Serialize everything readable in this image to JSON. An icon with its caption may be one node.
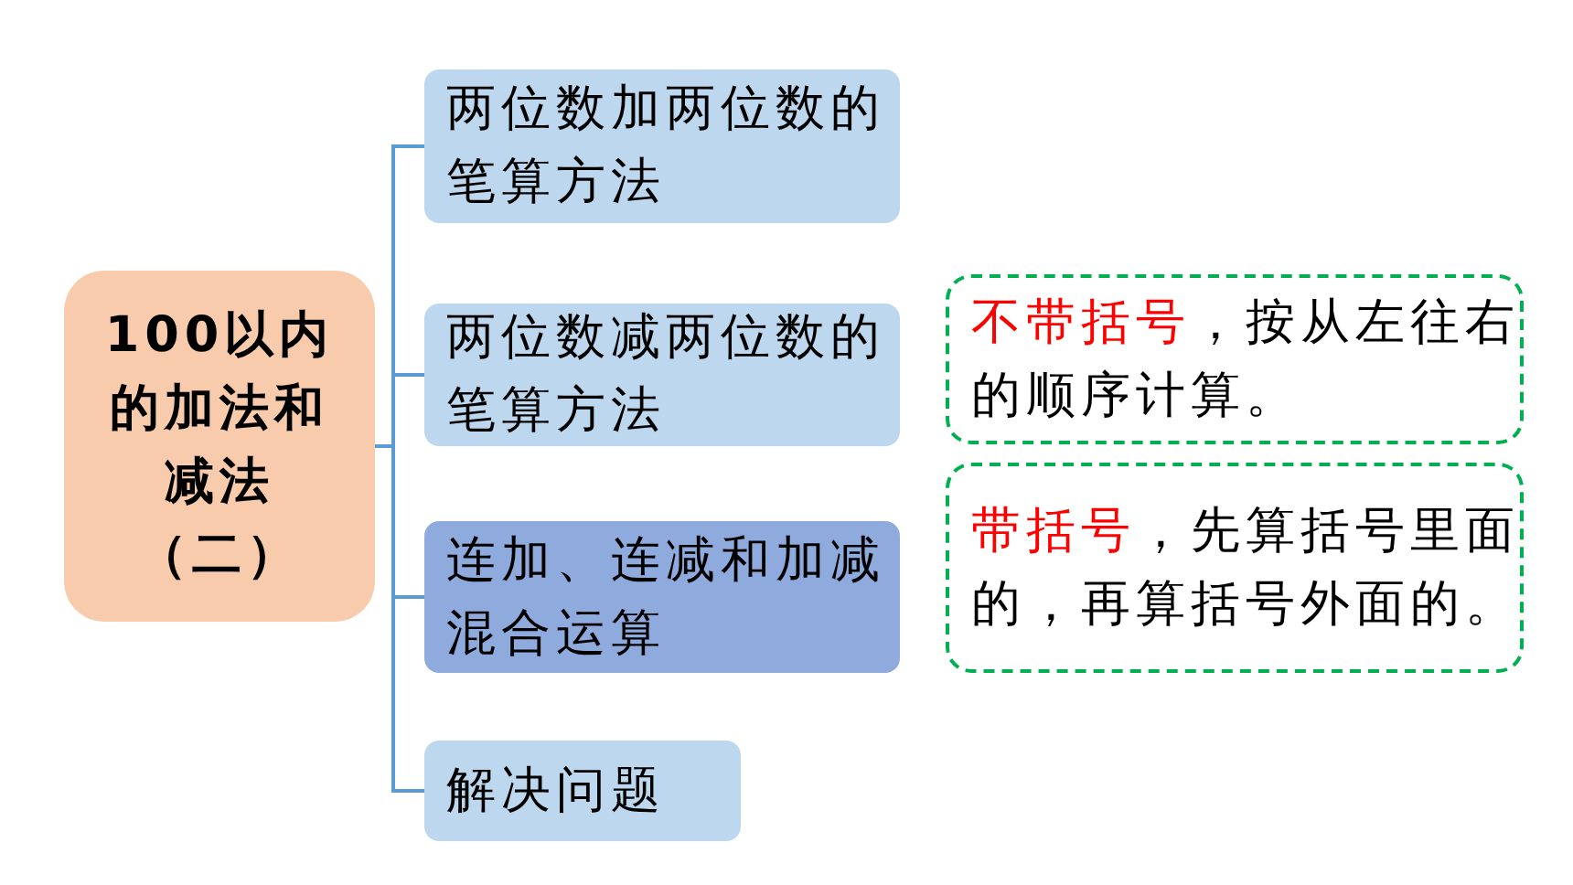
{
  "diagram": {
    "nodes": [
      {
        "text": [
          "100以内的加法和减法（二）"
        ]
      },
      {
        "text": [
          "两位数加两位数的笔算方法"
        ]
      },
      {
        "text": [
          "两位数减两位数的笔算方法"
        ]
      },
      {
        "text": [
          "连加、连减和加减混合运算"
        ]
      },
      {
        "text": [
          "解决问题"
        ]
      },
      {
        "text": [
          "**不带括号**，按从左往右的顺序计算。"
        ]
      },
      {
        "text": [
          "**带括号**，先算括号里面的，再算括号外面的。"
        ]
      }
    ],
    "edges": [
      {
        "from": 0,
        "to": 1,
        "arrow": "none"
      },
      {
        "from": 0,
        "to": 2,
        "arrow": "none"
      },
      {
        "from": 0,
        "to": 3,
        "arrow": "none"
      },
      {
        "from": 0,
        "to": 4,
        "arrow": "none"
      }
    ]
  }
}
